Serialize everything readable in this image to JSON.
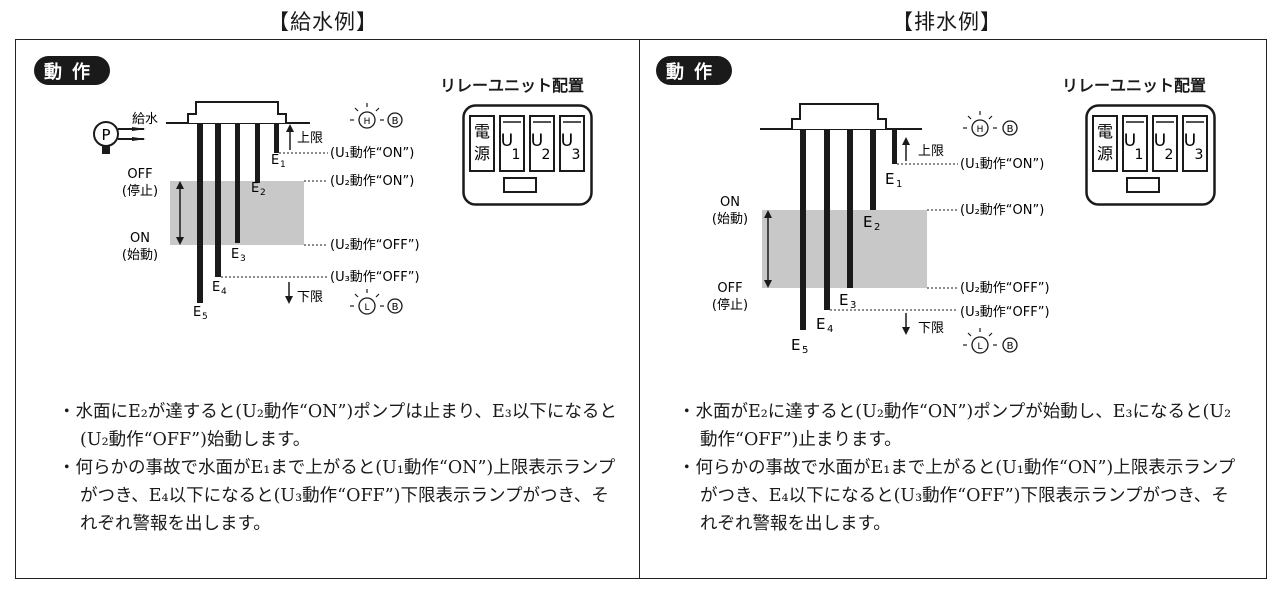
{
  "left": {
    "title": "【給水例】",
    "badge": "動作",
    "relay_title": "リレーユニット配置",
    "relay_power": [
      "電",
      "源"
    ],
    "relay_units": [
      {
        "u": "U",
        "n": "1"
      },
      {
        "u": "U",
        "n": "2"
      },
      {
        "u": "U",
        "n": "3"
      }
    ],
    "pump": "P",
    "supply": "給水",
    "upper": "上限",
    "lower": "下限",
    "off_state": [
      "OFF",
      "(停止)"
    ],
    "on_state": [
      "ON",
      "(始動)"
    ],
    "electrodes": [
      {
        "e": "E",
        "n": "1"
      },
      {
        "e": "E",
        "n": "2"
      },
      {
        "e": "E",
        "n": "3"
      },
      {
        "e": "E",
        "n": "4"
      },
      {
        "e": "E",
        "n": "5"
      }
    ],
    "labels": {
      "u1_on": "(U₁動作“ON”)",
      "u2_on": "(U₂動作“ON”)",
      "u2_off": "(U₂動作“OFF”)",
      "u3_off": "(U₃動作“OFF”)"
    },
    "lamp_hi": "H",
    "lamp_lo": "L",
    "lamp_b": "B",
    "description": [
      "・水面にE₂が達すると(U₂動作“ON”)ポンプは止まり、E₃以下になると(U₂動作“OFF”)始動します。",
      "・何らかの事故で水面がE₁まで上がると(U₁動作“ON”)上限表示ランプがつき、E₄以下になると(U₃動作“OFF”)下限表示ランプがつき、それぞれ警報を出します。"
    ]
  },
  "right": {
    "title": "【排水例】",
    "badge": "動作",
    "relay_title": "リレーユニット配置",
    "relay_power": [
      "電",
      "源"
    ],
    "relay_units": [
      {
        "u": "U",
        "n": "1"
      },
      {
        "u": "U",
        "n": "2"
      },
      {
        "u": "U",
        "n": "3"
      }
    ],
    "upper": "上限",
    "lower": "下限",
    "on_state": [
      "ON",
      "(始動)"
    ],
    "off_state": [
      "OFF",
      "(停止)"
    ],
    "electrodes": [
      {
        "e": "E",
        "n": "1"
      },
      {
        "e": "E",
        "n": "2"
      },
      {
        "e": "E",
        "n": "3"
      },
      {
        "e": "E",
        "n": "4"
      },
      {
        "e": "E",
        "n": "5"
      }
    ],
    "labels": {
      "u1_on": "(U₁動作“ON”)",
      "u2_on": "(U₂動作“ON”)",
      "u2_off": "(U₂動作“OFF”)",
      "u3_off": "(U₃動作“OFF”)"
    },
    "lamp_hi": "H",
    "lamp_lo": "L",
    "lamp_b": "B",
    "description": [
      "・水面がE₂に達すると(U₂動作“ON”)ポンプが始動し、E₃になると(U₂動作“OFF”)止まります。",
      "・何らかの事故で水面がE₁まで上がると(U₁動作“ON”)上限表示ランプがつき、E₄以下になると(U₃動作“OFF”)下限表示ランプがつき、それぞれ警報を出します。"
    ]
  },
  "colors": {
    "ink": "#1a1a1a",
    "water": "#c8c8c8",
    "frame": "#222222"
  }
}
